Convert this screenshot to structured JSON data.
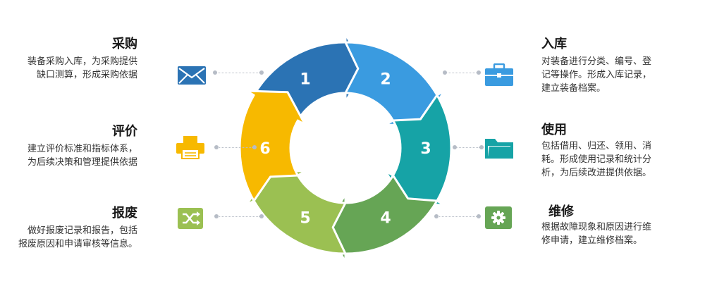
{
  "steps": [
    {
      "number": "1",
      "title": "采购",
      "desc_lines": [
        "装备采购入库，为采购提供",
        "缺口测算，形成采购依据"
      ],
      "color": "#2B73B4",
      "icon": "envelope-icon"
    },
    {
      "number": "2",
      "title": "入库",
      "desc_lines": [
        "对装备进行分类、编号、登",
        "记等操作。形成入库记录，",
        "建立装备档案。"
      ],
      "color": "#3A9BE0",
      "icon": "briefcase-icon"
    },
    {
      "number": "3",
      "title": "使用",
      "desc_lines": [
        "包括借用、归还、领用、消",
        "耗。形成使用记录和统计分",
        "析，为后续改进提供依据。"
      ],
      "color": "#16A3A6",
      "icon": "folder-icon"
    },
    {
      "number": "4",
      "title": "维修",
      "desc_lines": [
        "根据故障现象和原因进行维",
        "修申请，建立维修档案。"
      ],
      "color": "#66A555",
      "icon": "gear-icon"
    },
    {
      "number": "5",
      "title": "报废",
      "desc_lines": [
        "做好报废记录和报告，包括",
        "报废原因和申请审核等信息。"
      ],
      "color": "#9BC052",
      "icon": "shuffle-icon"
    },
    {
      "number": "6",
      "title": "评价",
      "desc_lines": [
        "建立评价标准和指标体系，",
        "为后续决策和管理提供依据"
      ],
      "color": "#F7B900",
      "icon": "printer-icon"
    }
  ]
}
